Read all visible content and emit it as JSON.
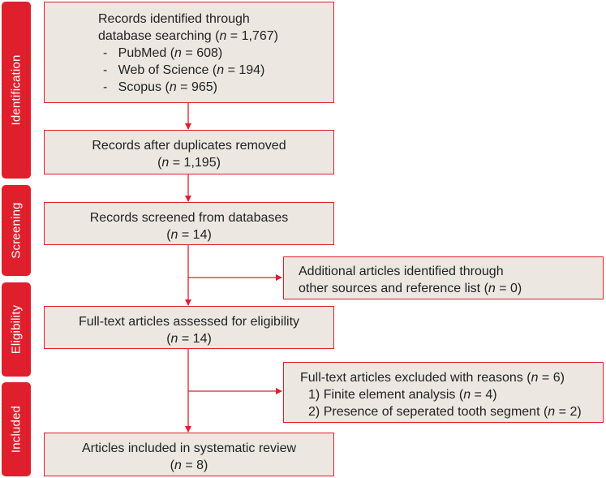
{
  "stages": {
    "identification": "Identification",
    "screening": "Screening",
    "eligibility": "Eligibility",
    "included": "Included"
  },
  "boxes": {
    "identified": {
      "line1": "Records identified through",
      "line2_pre": "database searching (",
      "n_label": "n",
      "line2_post": " = 1,767)",
      "sources": [
        {
          "bullet": "-",
          "pre": "PubMed (",
          "n": "n",
          "post": " = 608)"
        },
        {
          "bullet": "-",
          "pre": "Web of Science (",
          "n": "n",
          "post": " = 194)"
        },
        {
          "bullet": "-",
          "pre": "Scopus (",
          "n": "n",
          "post": " = 965)"
        }
      ]
    },
    "duplicates_removed": {
      "title": "Records after duplicates removed",
      "n_pre": "(",
      "n": "n",
      "n_post": " = 1,195)"
    },
    "screened": {
      "title": "Records screened from databases",
      "n_pre": "(",
      "n": "n",
      "n_post": " = 14)"
    },
    "additional": {
      "line1": "Additional articles identified through",
      "line2_pre": "other sources and reference list (",
      "n": "n",
      "line2_post": " = 0)"
    },
    "fulltext_assessed": {
      "title": "Full-text articles assessed for eligibility",
      "n_pre": "(",
      "n": "n",
      "n_post": " = 14)"
    },
    "excluded": {
      "title_pre": "Full-text articles excluded with reasons (",
      "n": "n",
      "title_post": " = 6)",
      "reasons": [
        {
          "num": "1)",
          "pre": "Finite element analysis (",
          "n": "n",
          "post": " = 4)"
        },
        {
          "num": "2)",
          "pre": "Presence of seperated tooth segment (",
          "n": "n",
          "post": " = 2)"
        }
      ]
    },
    "included": {
      "title": "Articles included in systematic review",
      "n_pre": "(",
      "n": "n",
      "n_post": " = 8)"
    }
  },
  "colors": {
    "accent": "#e01f2d",
    "box_fill": "#ece7e1",
    "text": "#222222"
  }
}
